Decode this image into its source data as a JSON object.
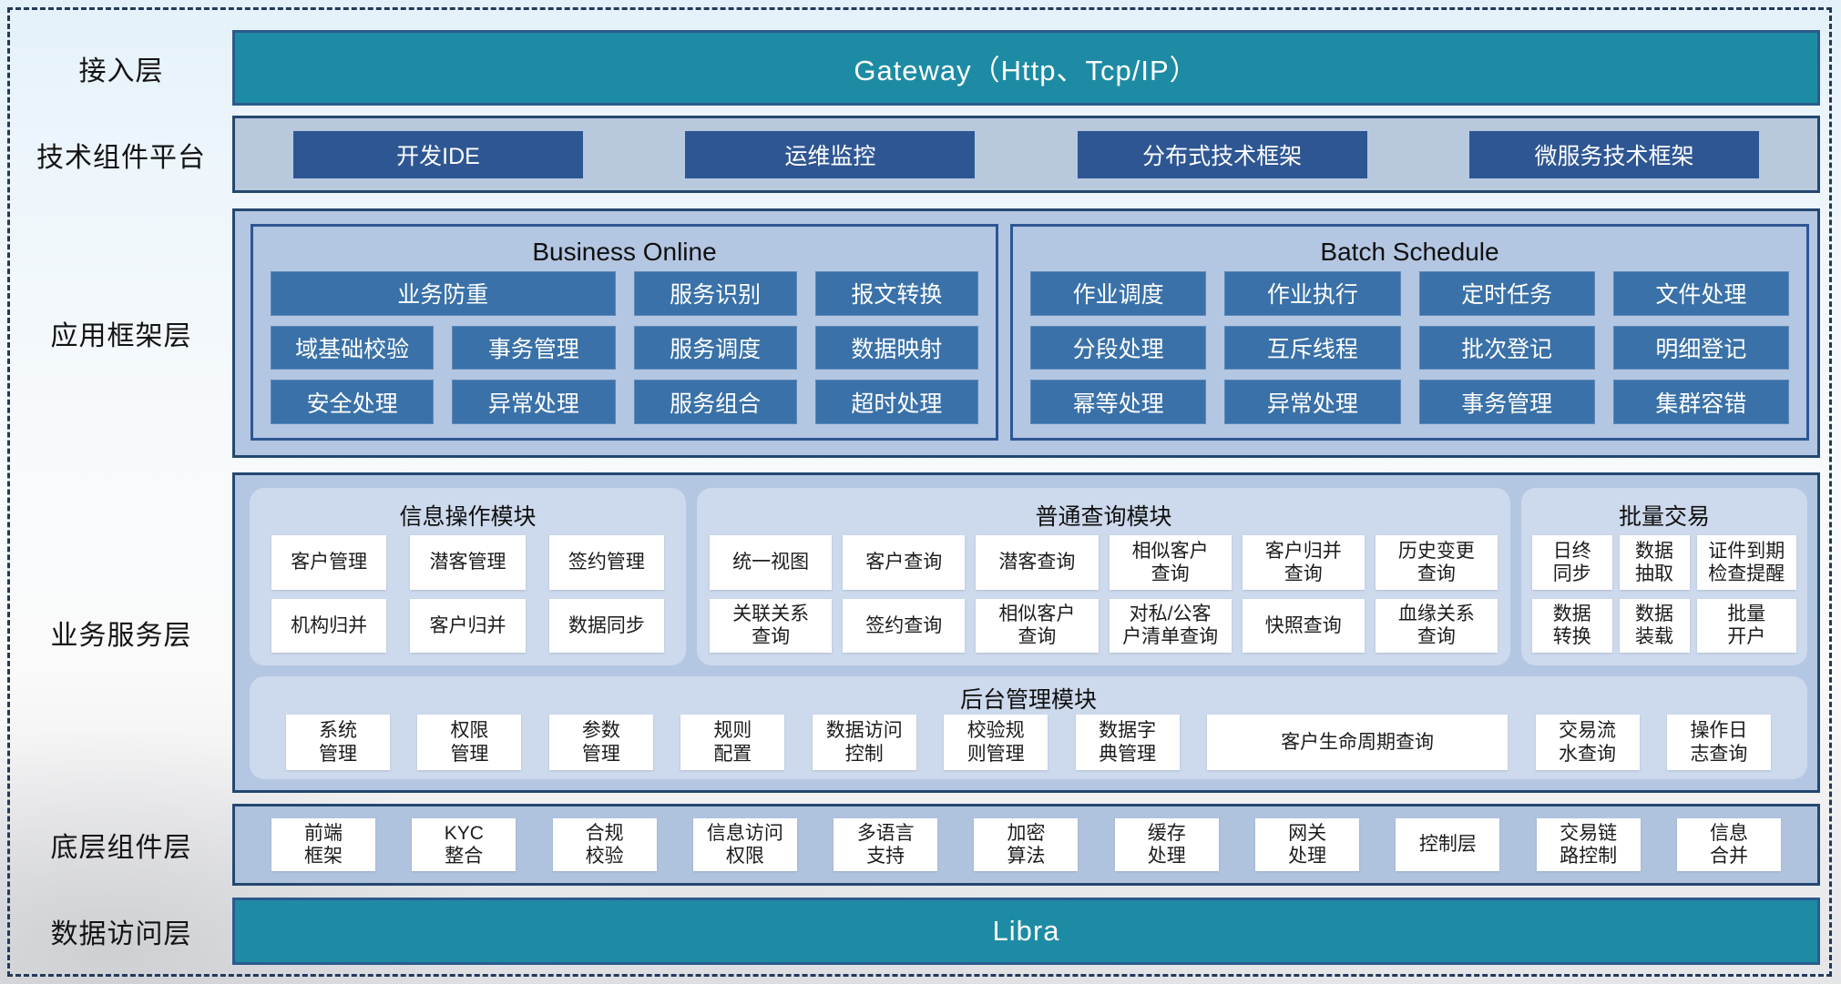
{
  "colors": {
    "teal": "#1e8ba4",
    "navy_button": "#2e5693",
    "panel_blue": "#b3c6e2",
    "panel_gray_blue": "#b8c9dd",
    "card_lavender": "#cdd9ec",
    "mid_blue_button": "#3a71a8",
    "border_navy": "#24476f",
    "dashed_border": "#22395c"
  },
  "layers": [
    {
      "label": "接入层"
    },
    {
      "label": "技术组件平台"
    },
    {
      "label": "应用框架层"
    },
    {
      "label": "业务服务层"
    },
    {
      "label": "底层组件层"
    },
    {
      "label": "数据访问层"
    }
  ],
  "gateway": {
    "label": "Gateway（Http、Tcp/IP）"
  },
  "tech_platform": {
    "items": [
      {
        "label": "开发IDE"
      },
      {
        "label": "运维监控"
      },
      {
        "label": "分布式技术框架"
      },
      {
        "label": "微服务技术框架"
      }
    ]
  },
  "app_framework": {
    "groups": [
      {
        "title": "Business Online",
        "cells": [
          {
            "label": "业务防重",
            "span": 2
          },
          {
            "label": "服务识别"
          },
          {
            "label": "报文转换"
          },
          {
            "label": "域基础校验"
          },
          {
            "label": "事务管理"
          },
          {
            "label": "服务调度"
          },
          {
            "label": "数据映射"
          },
          {
            "label": "安全处理"
          },
          {
            "label": "异常处理"
          },
          {
            "label": "服务组合"
          },
          {
            "label": "超时处理"
          }
        ]
      },
      {
        "title": "Batch Schedule",
        "cells": [
          {
            "label": "作业调度"
          },
          {
            "label": "作业执行"
          },
          {
            "label": "定时任务"
          },
          {
            "label": "文件处理"
          },
          {
            "label": "分段处理"
          },
          {
            "label": "互斥线程"
          },
          {
            "label": "批次登记"
          },
          {
            "label": "明细登记"
          },
          {
            "label": "幂等处理"
          },
          {
            "label": "异常处理"
          },
          {
            "label": "事务管理"
          },
          {
            "label": "集群容错"
          }
        ]
      }
    ]
  },
  "business_service": {
    "modules": [
      {
        "title": "信息操作模块",
        "cells": [
          {
            "label": "客户管理"
          },
          {
            "label": "潜客管理"
          },
          {
            "label": "签约管理"
          },
          {
            "label": "机构归并"
          },
          {
            "label": "客户归并"
          },
          {
            "label": "数据同步"
          }
        ]
      },
      {
        "title": "普通查询模块",
        "cells": [
          {
            "label": "统一视图"
          },
          {
            "label": "客户查询"
          },
          {
            "label": "潜客查询"
          },
          {
            "label": "相似客户\n查询"
          },
          {
            "label": "客户归并\n查询"
          },
          {
            "label": "历史变更\n查询"
          },
          {
            "label": "关联关系\n查询"
          },
          {
            "label": "签约查询"
          },
          {
            "label": "相似客户\n查询"
          },
          {
            "label": "对私/公客\n户清单查询"
          },
          {
            "label": "快照查询"
          },
          {
            "label": "血缘关系\n查询"
          }
        ]
      },
      {
        "title": "批量交易",
        "cells": [
          {
            "label": "日终\n同步"
          },
          {
            "label": "数据\n抽取"
          },
          {
            "label": "证件到期\n检查提醒"
          },
          {
            "label": "数据\n转换"
          },
          {
            "label": "数据\n装载"
          },
          {
            "label": "批量\n开户"
          }
        ]
      }
    ],
    "admin": {
      "title": "后台管理模块",
      "cells": [
        {
          "label": "系统\n管理"
        },
        {
          "label": "权限\n管理"
        },
        {
          "label": "参数\n管理"
        },
        {
          "label": "规则\n配置"
        },
        {
          "label": "数据访问\n控制"
        },
        {
          "label": "校验规\n则管理"
        },
        {
          "label": "数据字\n典管理"
        },
        {
          "label": "客户生命周期查询",
          "wide": true
        },
        {
          "label": "交易流\n水查询"
        },
        {
          "label": "操作日\n志查询"
        }
      ]
    }
  },
  "base_components": {
    "cells": [
      {
        "label": "前端\n框架"
      },
      {
        "label": "KYC\n整合"
      },
      {
        "label": "合规\n校验"
      },
      {
        "label": "信息访问\n权限"
      },
      {
        "label": "多语言\n支持"
      },
      {
        "label": "加密\n算法"
      },
      {
        "label": "缓存\n处理"
      },
      {
        "label": "网关\n处理"
      },
      {
        "label": "控制层"
      },
      {
        "label": "交易链\n路控制"
      },
      {
        "label": "信息\n合并"
      }
    ]
  },
  "data_access": {
    "label": "Libra"
  }
}
